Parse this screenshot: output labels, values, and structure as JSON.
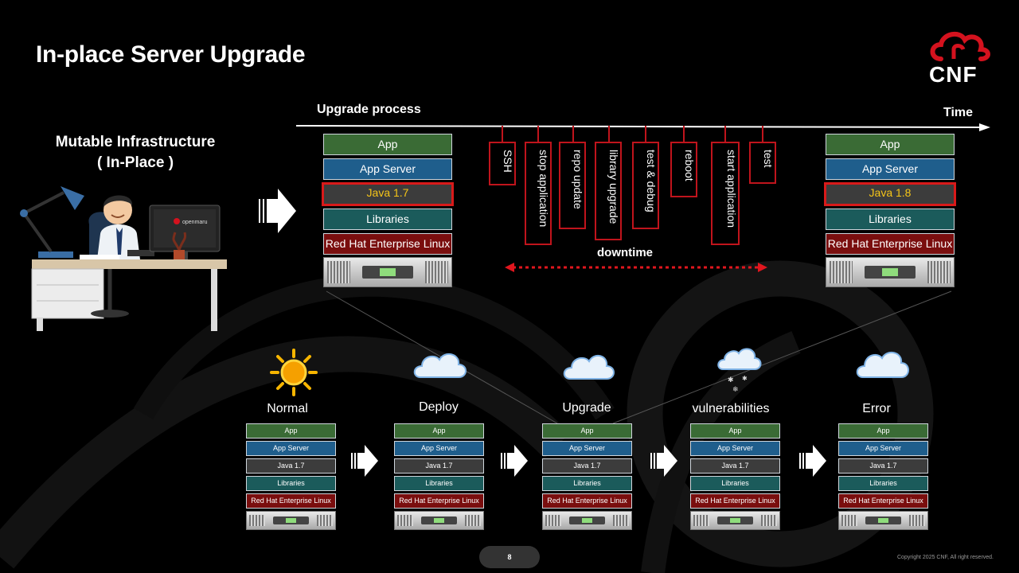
{
  "slide": {
    "title": "In-place Server Upgrade",
    "logo_text": "CNF",
    "subtitle_line1": "Mutable Infrastructure",
    "subtitle_line2": "( In-Place )",
    "monitor_brand": "openmaru",
    "page_number": "8",
    "copyright": "Copyright 2025 CNF, All right reserved."
  },
  "process": {
    "label": "Upgrade process",
    "time_label": "Time",
    "downtime_label": "downtime",
    "steps": [
      "SSH",
      "stop application",
      "repo update",
      "library upgrade",
      "test & debug",
      "reboot",
      "start application",
      "test"
    ]
  },
  "before_stack": {
    "app": "App",
    "app_server": "App Server",
    "java": "Java 1.7",
    "libraries": "Libraries",
    "os": "Red Hat Enterprise Linux"
  },
  "after_stack": {
    "app": "App",
    "app_server": "App Server",
    "java": "Java 1.8",
    "libraries": "Libraries",
    "os": "Red Hat Enterprise Linux"
  },
  "stages": [
    {
      "label": "Normal",
      "weather": "sun-icon",
      "layers": [
        "App",
        "App Server",
        "Java 1.7",
        "Libraries",
        "Red Hat Enterprise Linux"
      ]
    },
    {
      "label": "Deploy",
      "weather": "cloud-icon",
      "layers": [
        "App",
        "App Server",
        "Java 1.7",
        "Libraries",
        "Red Hat Enterprise Linux"
      ]
    },
    {
      "label": "Upgrade",
      "weather": "cloud-icon",
      "layers": [
        "App",
        "App Server",
        "Java 1.7",
        "Libraries",
        "Red Hat Enterprise Linux"
      ]
    },
    {
      "label": "vulnerabilities",
      "weather": "snow-cloud-icon",
      "layers": [
        "App",
        "App Server",
        "Java 1.7",
        "Libraries",
        "Red Hat Enterprise Linux"
      ]
    },
    {
      "label": "Error",
      "weather": "cloud-icon",
      "layers": [
        "App",
        "App Server",
        "Java 1.7",
        "Libraries",
        "Red Hat Enterprise Linux"
      ]
    }
  ],
  "colors": {
    "background": "#000000",
    "accent_red": "#c0141c",
    "app_green": "#3a6b35",
    "app_server_blue": "#1f5e8c",
    "java_gray": "#3c3c3c",
    "libraries_teal": "#1b5b5b",
    "rhel_red": "#7a0e0e",
    "java_upgraded_text": "#f5c518"
  }
}
